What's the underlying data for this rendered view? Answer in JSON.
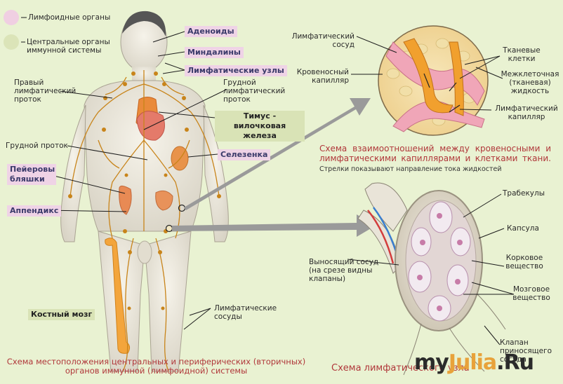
{
  "legend": {
    "lymphoid_organs": "Лимфоидные органы",
    "central_organs": "Центральные органы иммунной системы"
  },
  "left_diagram": {
    "adenoids": "Аденоиды",
    "tonsils": "Миндалины",
    "lymph_nodes": "Лимфатические узлы",
    "right_lymph_duct": "Правый лимфатический проток",
    "thoracic_duct_right": "Грудной лимфатический проток",
    "thymus": "Тимус - вилочковая железа",
    "thoracic_duct": "Грудной проток",
    "spleen": "Селезенка",
    "peyer_patches": "Пейеровы бляшки",
    "appendix": "Аппендикс",
    "bone_marrow": "Костный мозг",
    "lymph_vessels": "Лимфатические сосуды",
    "caption": "Схема местоположения центральных и периферических (вторичных) органов иммунной (лимфоидной) системы"
  },
  "top_right": {
    "lymph_vessel": "Лимфатический сосуд",
    "blood_capillary": "Кровеносный капилляр",
    "tissue_cells": "Тканевые клетки",
    "interstitial_fluid": "Межклеточная (тканевая) жидкость",
    "lymph_capillary": "Лимфатический капилляр",
    "caption_main": "Схема взаимоотношений между кровеносными и лимфатическими капиллярами и клетками ткани.",
    "caption_note": "Стрелки показывают направление тока жидкостей"
  },
  "bottom_right": {
    "trabeculae": "Трабекулы",
    "capsule": "Капсула",
    "cortex": "Корковое вещество",
    "medulla": "Мозговое вещество",
    "efferent_vessel": "Выносящий сосуд (на срезе видны клапаны)",
    "afferent_valve": "Клапан приносящего сосуда",
    "caption": "Схема лимфатического узла"
  },
  "watermark": {
    "part1": "my",
    "part2": "Julia",
    "part3": ".Ru"
  },
  "colors": {
    "background": "#e9f2d2",
    "lymph": "#c8841a",
    "pink_box": "#efd3e6",
    "caption": "#b0373a"
  }
}
